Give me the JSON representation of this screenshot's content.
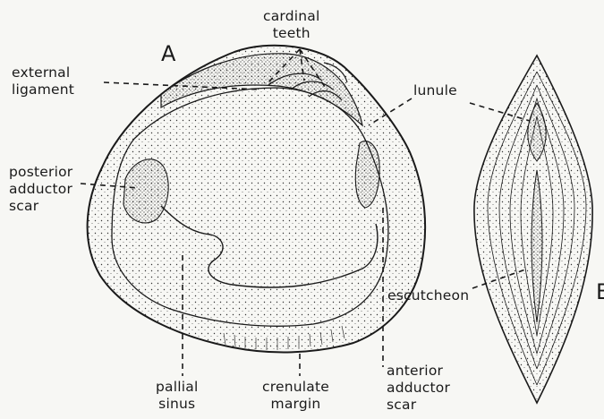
{
  "figure": {
    "panel_letters": {
      "a": "A",
      "b": "B"
    },
    "labels": {
      "cardinal_teeth": "cardinal\nteeth",
      "external_ligament": "external\nligament",
      "lunule": "lunule",
      "posterior_adductor_scar": "posterior\nadductor\nscar",
      "escutcheon": "escutcheon",
      "pallial_sinus": "pallial\nsinus",
      "crenulate_margin": "crenulate\nmargin",
      "anterior_adductor_scar": "anterior\nadductor\nscar"
    },
    "colors": {
      "ink": "#1a1a1a",
      "paper": "#f7f7f4"
    }
  }
}
